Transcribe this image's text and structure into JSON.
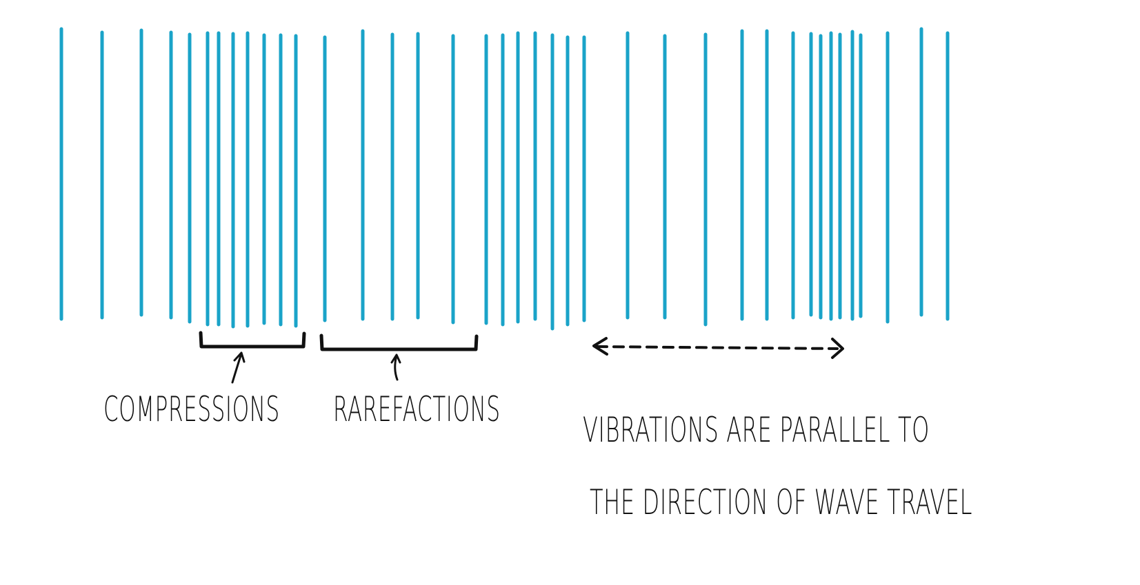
{
  "labels": {
    "compressions": "COMPRESSIONS",
    "rarefactions": "RAREFACTIONS",
    "caption_line1": "VIBRATIONS ARE PARALLEL TO",
    "caption_line2": "THE DIRECTION OF WAVE TRAVEL"
  },
  "colors": {
    "wave_lines": "#1aa3c8",
    "ink": "#111111",
    "background": "#ffffff"
  },
  "icons": {
    "arrow": "double-headed-dashed-arrow-icon",
    "bracket": "bracket-icon",
    "pointer": "up-arrow-icon"
  }
}
